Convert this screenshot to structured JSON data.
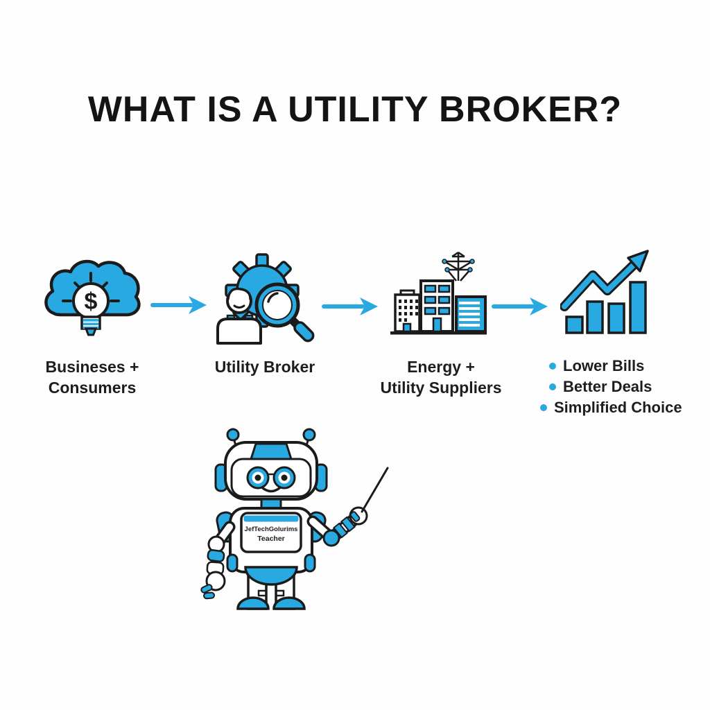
{
  "title": "WHAT IS A UTILITY BROKER?",
  "colors": {
    "accent_blue": "#29A9E1",
    "outline_ink": "#1b1b1b",
    "background": "#fefefe",
    "text": "#1d1d1d"
  },
  "flow": {
    "steps": [
      {
        "name": "businesses-consumers",
        "label_lines": [
          "Busineses +",
          "Consumers"
        ]
      },
      {
        "name": "utility-broker",
        "label_lines": [
          "Utility Broker"
        ]
      },
      {
        "name": "energy-utility-suppliers",
        "label_lines": [
          "Energy +",
          "Utility Suppliers"
        ]
      }
    ],
    "benefits": [
      "Lower Bills",
      "Better Deals",
      "Simplified Choice"
    ]
  },
  "icons": {
    "dollar_glyph": "$"
  },
  "mascot": {
    "badge_lines": [
      "JefTechGolurims",
      "Teacher"
    ]
  }
}
